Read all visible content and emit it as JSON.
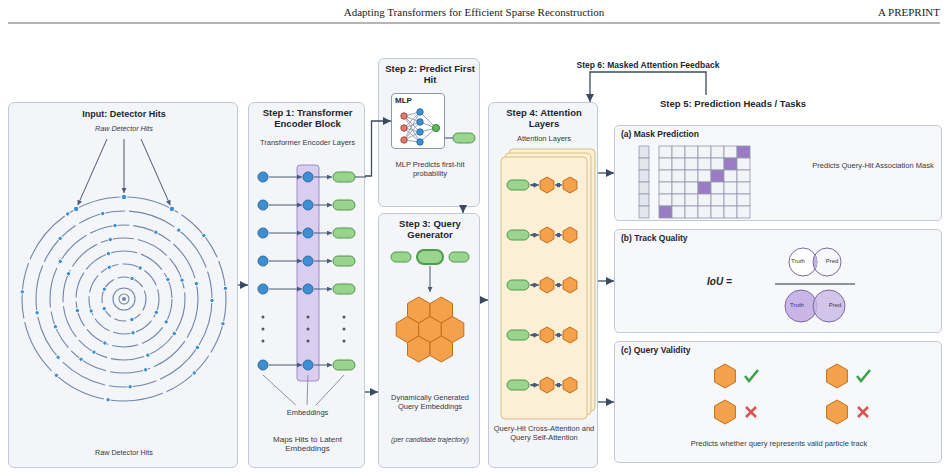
{
  "diagram": {
    "title": "Adapting Transformers for Efficient Sparse Reconstruction",
    "nodes": [
      {
        "text": [
          "Input: Detector Hits",
          "Raw Detector Hits",
          "Raw Detector Hits"
        ]
      },
      {
        "text": [
          "Step 1: Transformer Encoder Block",
          "Transformer Encoder Layers",
          "Embeddings",
          "Maps Hits to Latent Embeddings"
        ]
      },
      {
        "text": [
          "Step 2: Predict First Hit",
          "MLP Predicts first-hit probability"
        ]
      },
      {
        "text": [
          "MLP"
        ],
        "in": 2
      },
      {
        "text": [
          "Step 3: Query Generator",
          "Dynamically Generated Query Embeddings",
          "(per candidate trajectory)"
        ]
      },
      {
        "text": [
          "Step 4: Attention Layers",
          "Attention Layers",
          "Query-Hit Cross-Attention and Query Self-Attention"
        ]
      },
      {
        "text": [
          "Step 5: Prediction Heads / Tasks"
        ]
      },
      {
        "text": [
          "(a) Mask Prediction",
          "Predicts Query-Hit Association Mask"
        ],
        "in": 6
      },
      {
        "text": [
          "(b) Track Quality",
          "IoU =",
          "Truth",
          "Pred",
          "Truth",
          "Pred"
        ],
        "in": 6
      },
      {
        "text": [
          "(c) Query Validity",
          "Predicts whether query represents valid particle track"
        ],
        "in": 6
      }
    ],
    "edges": [
      {
        "from": 0,
        "to": 1,
        "arrow": "to"
      },
      {
        "from": 1,
        "to": 3,
        "arrow": "to"
      },
      {
        "from": 2,
        "to": 4,
        "arrow": "to"
      },
      {
        "from": 1,
        "to": 4,
        "arrow": "to"
      },
      {
        "from": 4,
        "to": 5,
        "arrow": "to"
      },
      {
        "from": 5,
        "to": 7,
        "arrow": "to"
      },
      {
        "from": 5,
        "to": 8,
        "arrow": "to"
      },
      {
        "from": 5,
        "to": 9,
        "arrow": "to"
      },
      {
        "from": 6,
        "to": 5,
        "label": "Step 6: Masked Attention Feedback",
        "arrow": "to"
      }
    ],
    "labels": [
      "A PREPRINT"
    ]
  }
}
